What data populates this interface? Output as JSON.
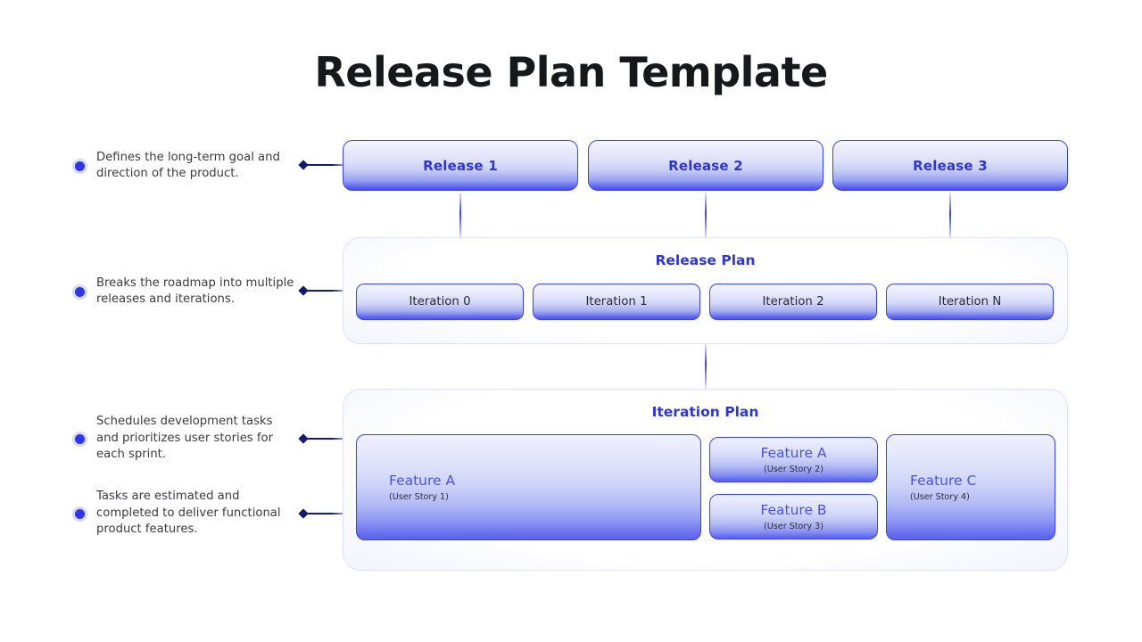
{
  "title": "Release Plan Template",
  "accent": {
    "blue": "#3a42e6",
    "label_blue": "#2f35cf",
    "feature_blue": "#4a52dd",
    "bullet_dot": "#2f35e8",
    "diamond": "#141a6e",
    "text_dark": "#3b3b40",
    "title_black": "#17181c"
  },
  "bullets": [
    {
      "id": "bullet-release",
      "text": "Defines the long-term goal and direction of the product."
    },
    {
      "id": "bullet-release-plan",
      "text": "Breaks the roadmap into multiple releases and iterations."
    },
    {
      "id": "bullet-iteration-plan",
      "text": "Schedules development tasks and prioritizes user stories for each sprint."
    },
    {
      "id": "bullet-tasks",
      "text": "Tasks are estimated and completed to deliver functional product features."
    }
  ],
  "releases": [
    {
      "label": "Release 1"
    },
    {
      "label": "Release 2"
    },
    {
      "label": "Release 3"
    }
  ],
  "release_plan": {
    "title": "Release  Plan",
    "iterations": [
      {
        "label": "Iteration 0"
      },
      {
        "label": "Iteration 1"
      },
      {
        "label": "Iteration 2"
      },
      {
        "label": "Iteration N"
      }
    ]
  },
  "iteration_plan": {
    "title": "Iteration  Plan",
    "features": [
      {
        "id": "feature-a-story-1",
        "title": "Feature A",
        "sub": "(User Story 1)",
        "align": "left"
      },
      {
        "id": "feature-a-story-2",
        "title": "Feature A",
        "sub": "(User Story 2)",
        "align": "center"
      },
      {
        "id": "feature-b-story-3",
        "title": "Feature B",
        "sub": "(User Story 3)",
        "align": "center"
      },
      {
        "id": "feature-c-story-4",
        "title": "Feature C",
        "sub": "(User Story 4)",
        "align": "left"
      }
    ]
  }
}
